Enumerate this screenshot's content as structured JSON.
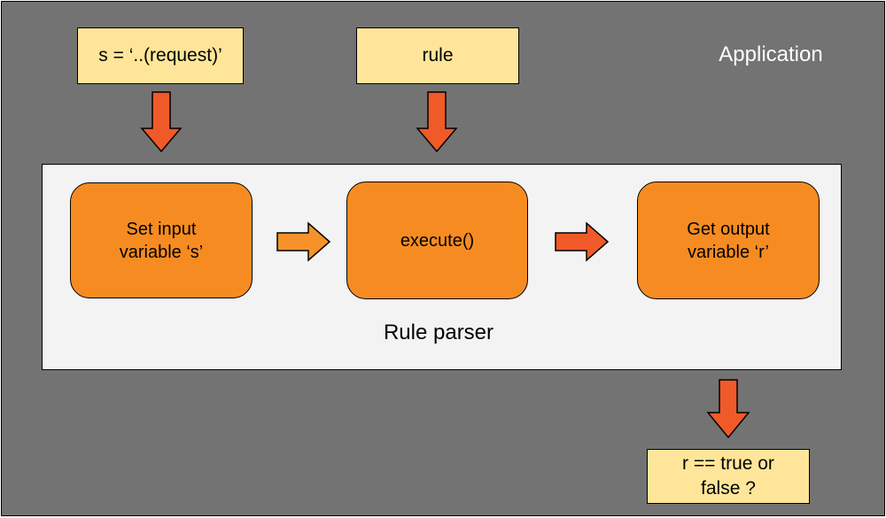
{
  "diagram": {
    "container_label": "Application",
    "inputs": [
      {
        "label": "s = ‘..(request)’"
      },
      {
        "label": "rule"
      }
    ],
    "parser": {
      "label": "Rule parser",
      "steps": [
        {
          "label": "Set input\nvariable ‘s’"
        },
        {
          "label": "execute()"
        },
        {
          "label": "Get output\nvariable ‘r’"
        }
      ]
    },
    "output": {
      "label": "r == true or\nfalse ?"
    }
  },
  "colors": {
    "background": "#737373",
    "parser_box": "#f3f3f3",
    "note": "#ffe599",
    "step": "#f68c21",
    "arrow": "#f05a28"
  }
}
